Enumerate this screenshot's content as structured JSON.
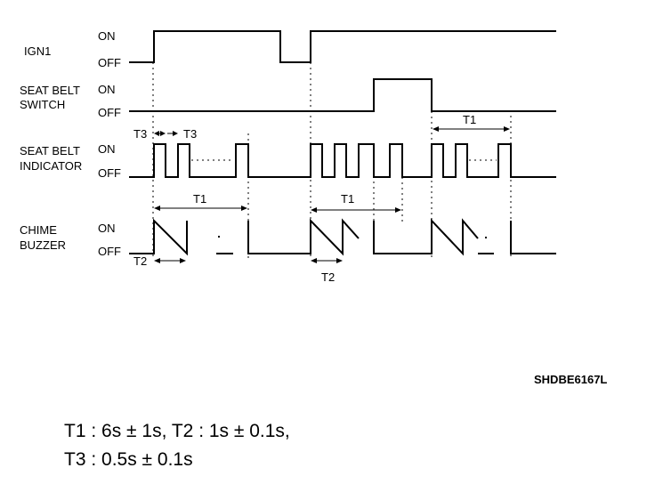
{
  "signals": [
    {
      "name_lines": [
        "IGN1"
      ],
      "on_label": "ON",
      "off_label": "OFF"
    },
    {
      "name_lines": [
        "SEAT BELT",
        "SWITCH"
      ],
      "on_label": "ON",
      "off_label": "OFF"
    },
    {
      "name_lines": [
        "SEAT BELT",
        "INDICATOR"
      ],
      "on_label": "ON",
      "off_label": "OFF"
    },
    {
      "name_lines": [
        "CHIME",
        "BUZZER"
      ],
      "on_label": "ON",
      "off_label": "OFF"
    }
  ],
  "timing_labels": {
    "t1": "T1",
    "t2": "T2",
    "t3": "T3"
  },
  "figure_id": "SHDBE6167L",
  "notes": {
    "line1": "T1 : 6s ± 1s, T2 : 1s ± 0.1s,",
    "line2": "T3 : 0.5s ± 0.1s"
  }
}
